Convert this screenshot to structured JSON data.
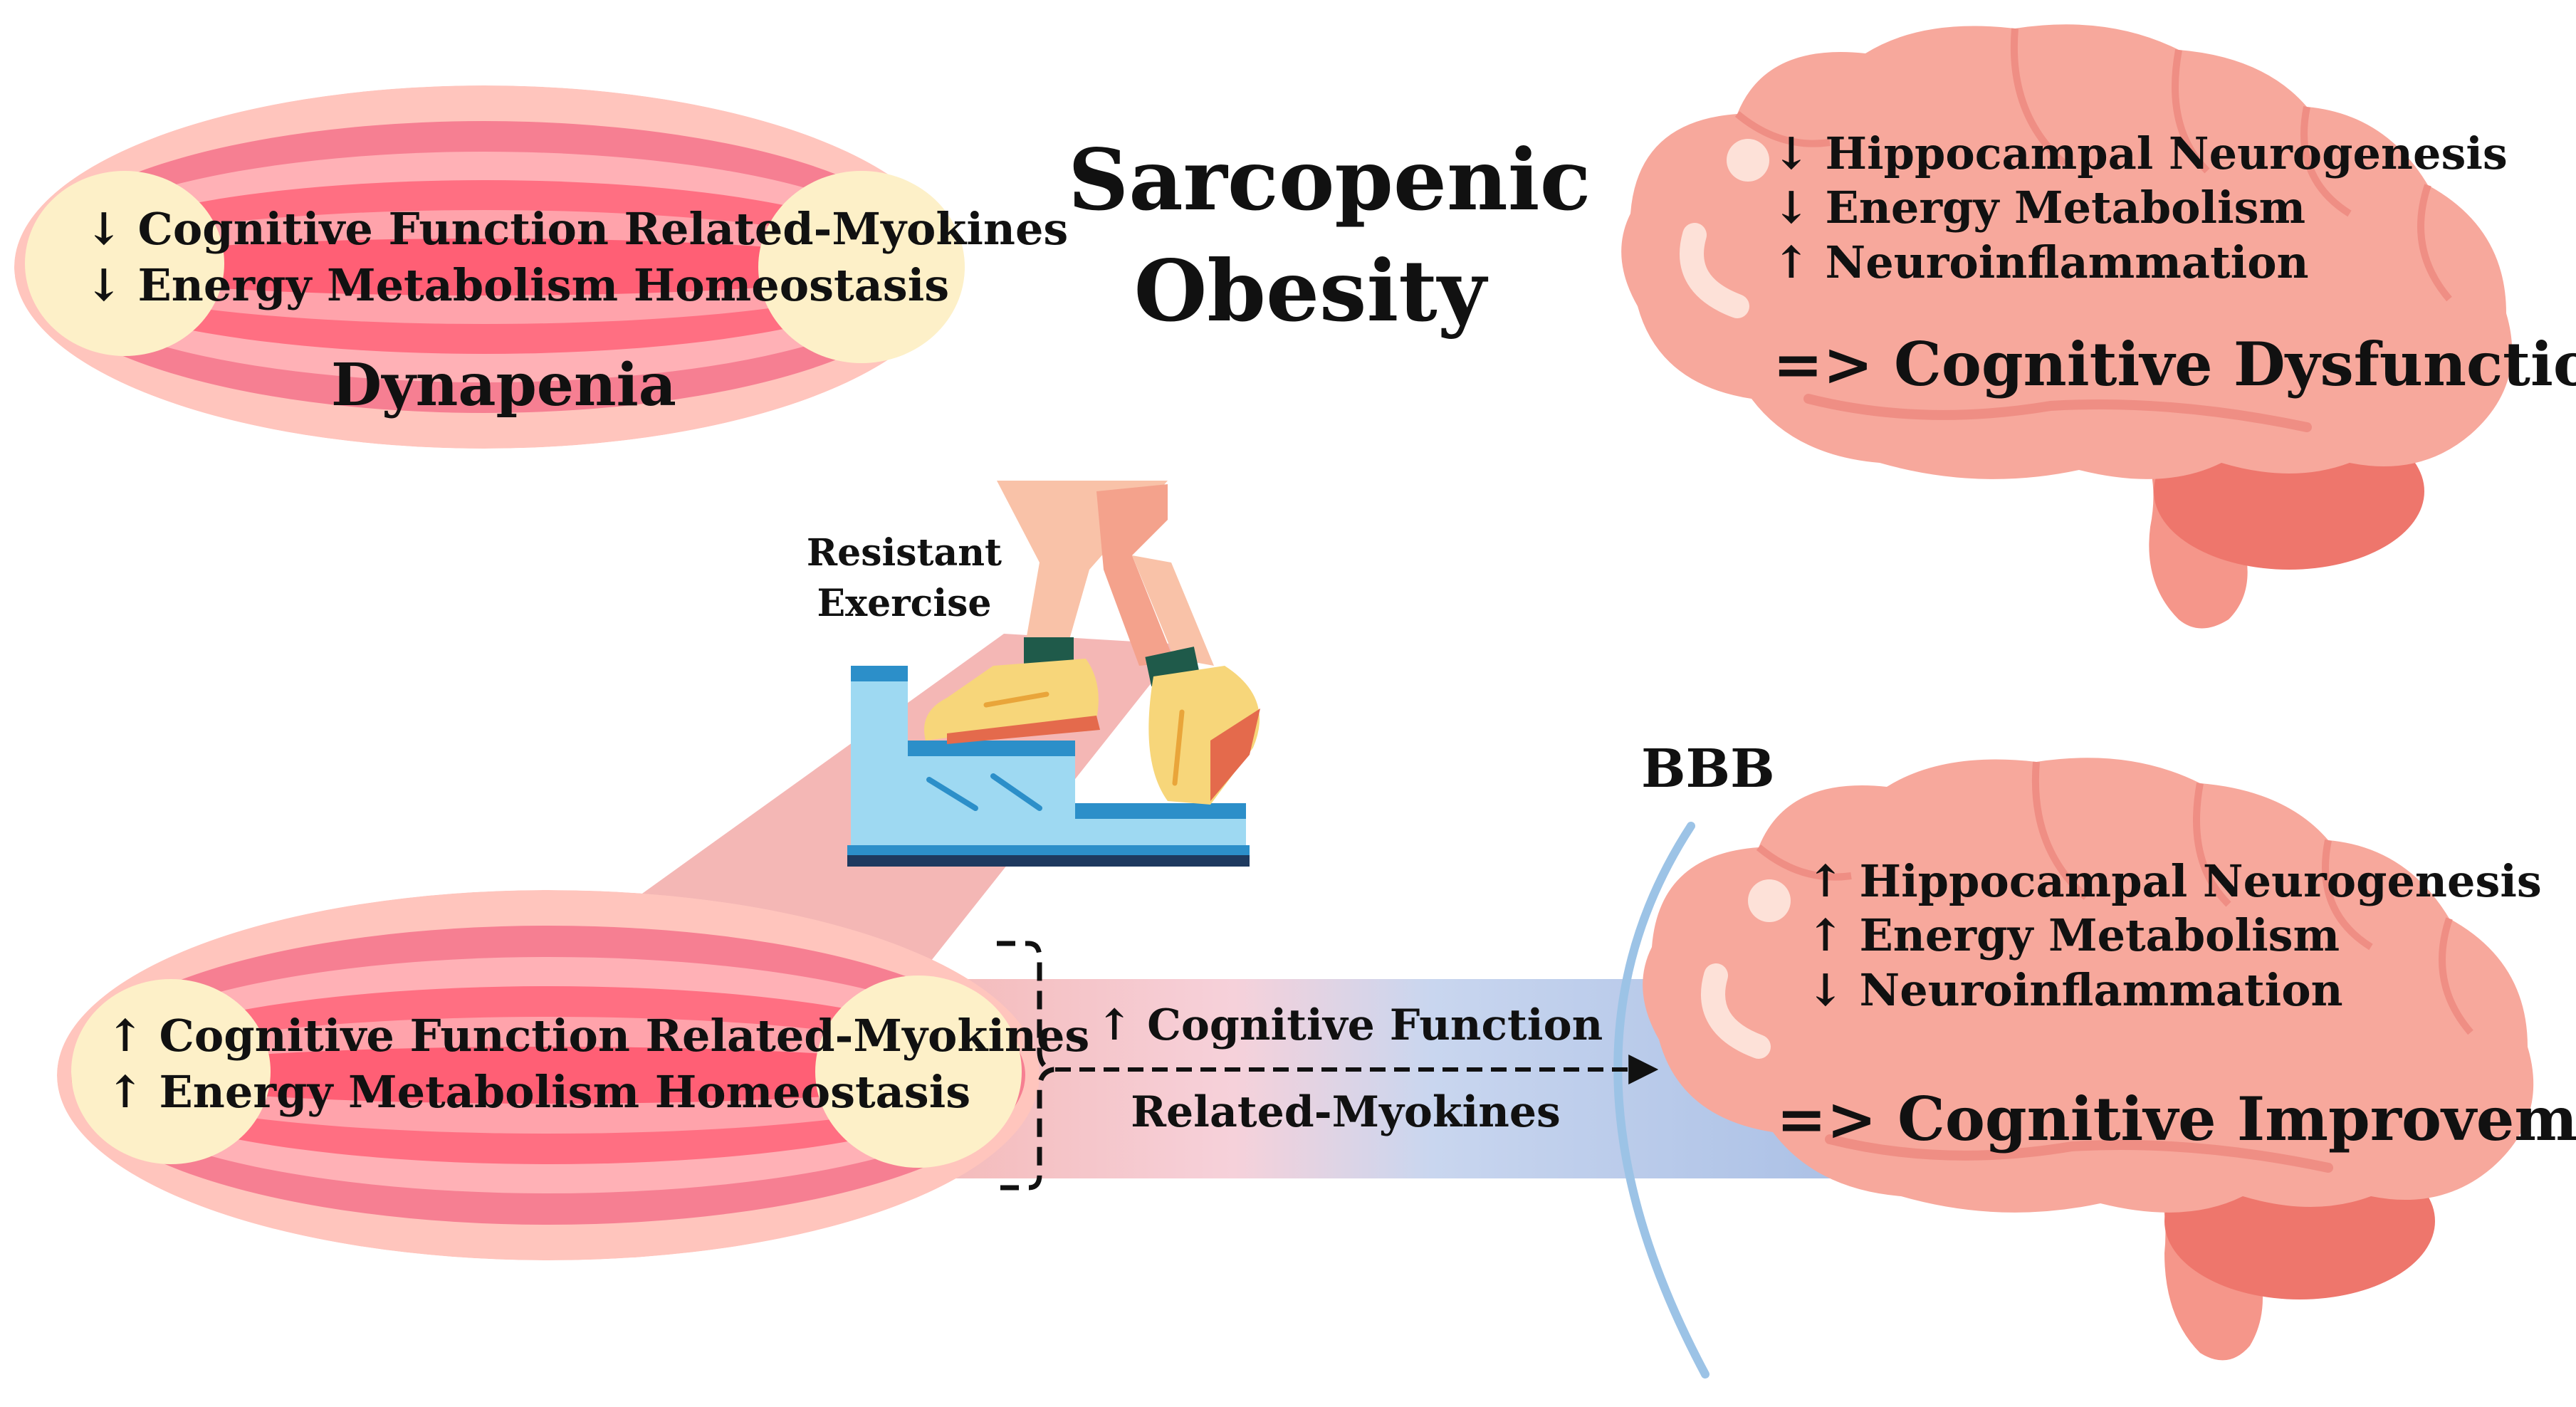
{
  "title": {
    "lines": [
      "Sarcopenic",
      "Obesity"
    ]
  },
  "muscle_top": {
    "lines": [
      "↓ Cognitive Function Related-Myokines",
      "↓ Energy Metabolism Homeostasis"
    ],
    "label": "Dynapenia"
  },
  "brain_top": {
    "lines": [
      "↓ Hippocampal Neurogenesis",
      "↓ Energy Metabolism",
      "↑ Neuroinflammation"
    ],
    "result": "=> Cognitive Dysfunction"
  },
  "exercise": {
    "lines": [
      "Resistant",
      "Exercise"
    ]
  },
  "barrier": {
    "label": "BBB"
  },
  "muscle_bottom": {
    "lines": [
      "↑ Cognitive Function Related-Myokines",
      "↑ Energy Metabolism Homeostasis"
    ]
  },
  "myokine_arrow": {
    "top": "↑ Cognitive Function",
    "bottom": "Related-Myokines"
  },
  "brain_bottom": {
    "lines": [
      "↑ Hippocampal Neurogenesis",
      "↑ Energy Metabolism",
      "↓ Neuroinflammation"
    ],
    "result": "=> Cognitive Improvement"
  },
  "colors": {
    "muscle_outer": "#ffc5bd",
    "muscle_band": "#f67f92",
    "muscle_core": "#ff5f75",
    "tendon": "#fdf0c8",
    "brain": "#f7a89c",
    "brain_lobe": "#f5968a",
    "brain_dark": "#ee766c",
    "brain_highlight": "#fde1d8",
    "band_pink": "#f4b7b5",
    "band_blue": "#a9bfe5",
    "bbb_arc": "#9cc3e6",
    "step_blue": "#9ed9f2",
    "step_edge": "#2c8fc9",
    "shoe": "#f7d67a",
    "skin": "#f9c2a8",
    "sock": "#1f5a4a"
  }
}
